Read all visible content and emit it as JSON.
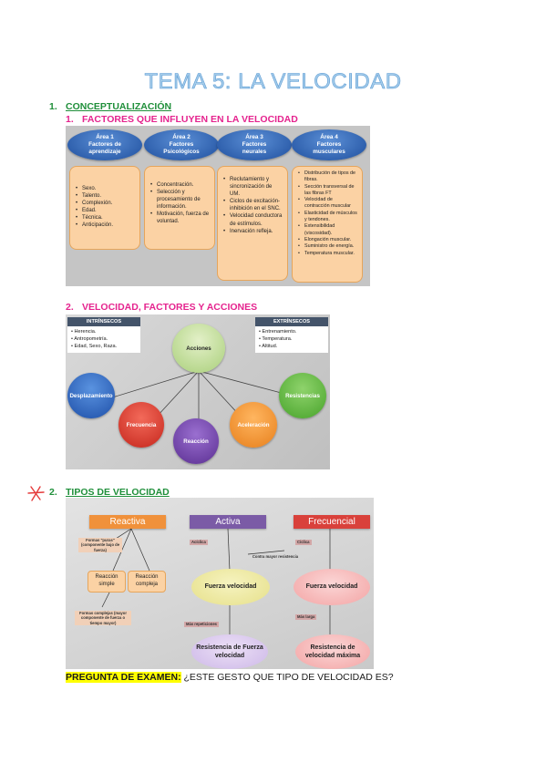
{
  "title": "TEMA 5: LA VELOCIDAD",
  "section1": {
    "num": "1.",
    "label": "CONCEPTUALIZACIÓN"
  },
  "sub1": {
    "num": "1.",
    "label": "FACTORES QUE INFLUYEN EN LA VELOCIDAD"
  },
  "areas": [
    {
      "line1": "Área 1",
      "line2": "Factores de",
      "line3": "aprendizaje",
      "items": [
        "Sexo.",
        "Talento.",
        "Complexión.",
        "Edad.",
        "Técnica.",
        "Anticipación."
      ]
    },
    {
      "line1": "Área 2",
      "line2": "Factores",
      "line3": "Psicológicos",
      "items": [
        "Concentración.",
        "Selección y procesamiento de información.",
        "Motivación, fuerza de voluntad."
      ]
    },
    {
      "line1": "Área 3",
      "line2": "Factores",
      "line3": "neurales",
      "items": [
        "Reclutamiento y sincronización de UM.",
        "Ciclos de excitación-inhibición en el SNC.",
        "Velocidad conductora de estímulos.",
        "Inervación refleja."
      ]
    },
    {
      "line1": "Área 4",
      "line2": "Factores",
      "line3": "musculares",
      "items": [
        "Distribución de tipos de fibras.",
        "Sección transversal de las fibras FT",
        "Velocidad de contracción muscular",
        "Elasticidad de músculos y tendones.",
        "Extensibilidad (viscosidad).",
        "Elongación muscular.",
        "Suministro de energía.",
        "Temperatura muscular."
      ]
    }
  ],
  "sub2": {
    "num": "2.",
    "label": "VELOCIDAD, FACTORES Y ACCIONES"
  },
  "intrinsecos": {
    "header": "INTRÍNSECOS",
    "items": [
      "Herencia.",
      "Antropometría.",
      "Edad, Sexo, Raza."
    ]
  },
  "extrinsecos": {
    "header": "EXTRÍNSECOS",
    "items": [
      "Entrenamiento.",
      "Temperatura.",
      "Altitud."
    ]
  },
  "acciones": {
    "center": "Acciones",
    "desplazamiento": "Desplazamiento",
    "frecuencia": "Frecuencia",
    "reaccion": "Reacción",
    "aceleracion": "Aceleración",
    "resistencias": "Resistencias"
  },
  "colors": {
    "green": "#1f8f3a",
    "pink": "#e5238e",
    "blue_oval": "#2e63b8",
    "orange_box": "#fbd2a4",
    "reactiva": "#f0913b",
    "activa": "#7b5ba6",
    "frecuencial": "#d9413b"
  },
  "section2": {
    "num": "2.",
    "label": "TIPOS DE VELOCIDAD"
  },
  "tipos": {
    "reactiva": "Reactiva",
    "activa": "Activa",
    "frecuencial": "Frecuencial",
    "formas_puras": "Formas \"puras\" (componente bajo de fuerza)",
    "reaccion_simple": "Reacción simple",
    "reaccion_compleja": "Reacción compleja",
    "formas_complejas": "Formas complejas (mayor componente de fuerza o tiempo mayor)",
    "aciclica": "Acíclica",
    "ciclica": "Cíclica",
    "contra_mayor_resistencia": "Contra mayor resistencia",
    "fuerza_velocidad_1": "Fuerza velocidad",
    "fuerza_velocidad_2": "Fuerza velocidad",
    "mas_repeticiones": "Más repeticiones",
    "mas_larga": "Más larga",
    "resistencia_fuerza_velocidad": "Resistencia de Fuerza velocidad",
    "resistencia_velocidad_maxima": "Resistencia de velocidad máxima"
  },
  "exam": {
    "label": "PREGUNTA DE EXAMEN:",
    "question": " ¿ESTE GESTO QUE TIPO DE VELOCIDAD ES?"
  }
}
